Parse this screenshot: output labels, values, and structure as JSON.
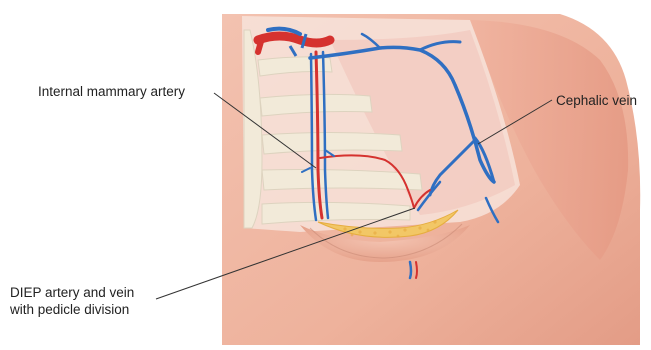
{
  "labels": {
    "internal_mammary_artery": "Internal mammary artery",
    "cephalic_vein": "Cephalic vein",
    "diep_line1": "DIEP artery and vein",
    "diep_line2": "with pedicle division"
  },
  "colors": {
    "skin": "#f0b7a3",
    "skin_shadow": "#e29b85",
    "chest_panel": "#f6e7df",
    "bone": "#f1e8d6",
    "artery": "#d5322f",
    "vein": "#2f6fc2",
    "fat": "#f2c766",
    "leader_line": "#333333"
  }
}
